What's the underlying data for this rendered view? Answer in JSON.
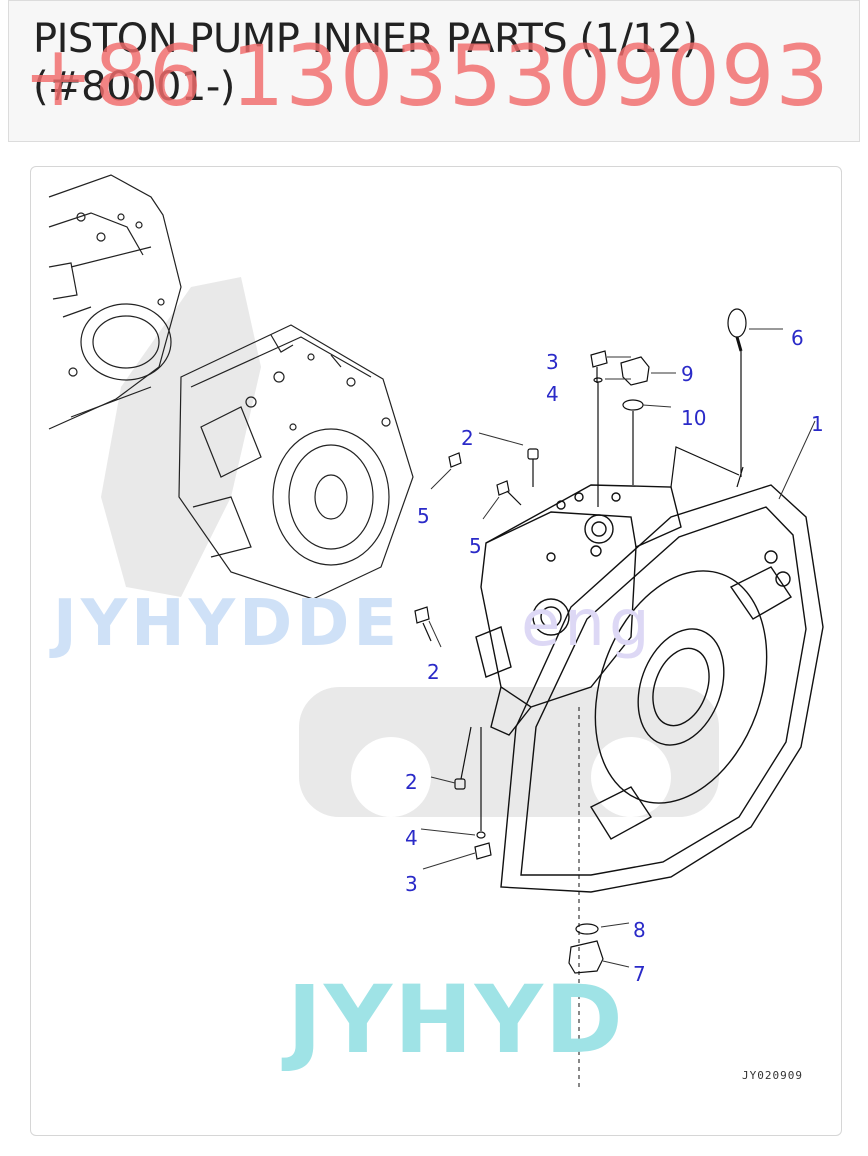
{
  "header": {
    "title_line1": "PISTON PUMP INNER PARTS (1/12)",
    "title_line2": "(#80001-)",
    "phone_watermark": "+86 13035309093"
  },
  "diagram": {
    "watermark_main": "JYHYD",
    "watermark_secondary": "JYHYDDE",
    "watermark_secondary_right": "eng",
    "drawing_code": "JY020909",
    "callouts": {
      "c1": "1",
      "c2a": "2",
      "c2b": "2",
      "c2c": "2",
      "c3a": "3",
      "c3b": "3",
      "c4a": "4",
      "c4b": "4",
      "c5a": "5",
      "c5b": "5",
      "c6": "6",
      "c7": "7",
      "c8": "8",
      "c9": "9",
      "c10": "10"
    }
  },
  "colors": {
    "callout": "#2a2ac8",
    "phone": "#f26c6c",
    "watermark_main": "#9fe3e6",
    "watermark_secondary": "#cfe1f7"
  }
}
